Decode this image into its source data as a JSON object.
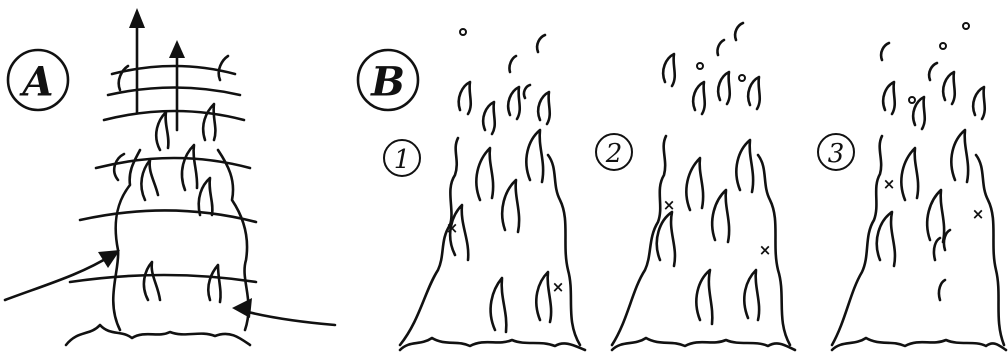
{
  "panels": [
    {
      "id": "A",
      "label": "A"
    },
    {
      "id": "B",
      "label": "B"
    }
  ],
  "variants": [
    {
      "label": "1"
    },
    {
      "label": "2"
    },
    {
      "label": "3"
    }
  ],
  "marks": {
    "symbol": "×"
  }
}
